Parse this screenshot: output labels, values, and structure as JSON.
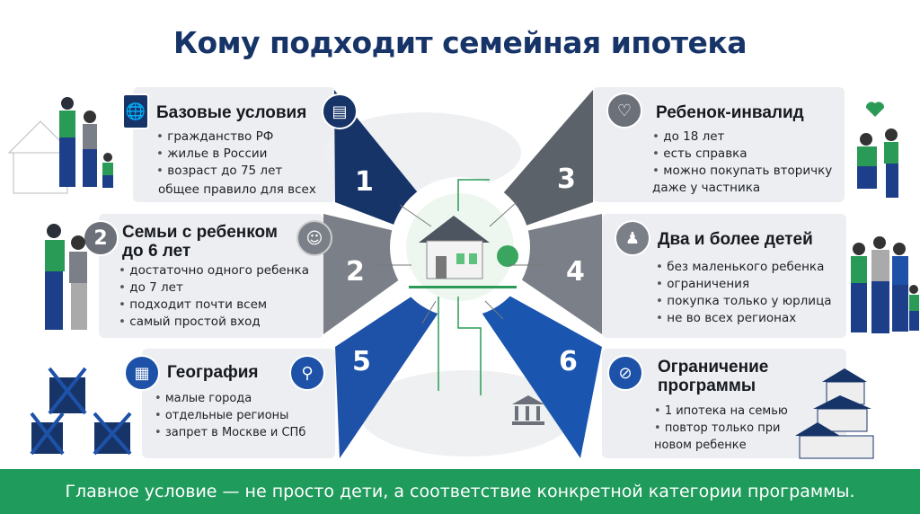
{
  "title": "Кому подходит семейная ипотека",
  "colors": {
    "navy": "#173468",
    "blue": "#1d52a8",
    "gray": "#7b8088",
    "darkgray": "#5c6269",
    "green": "#1f9b5c",
    "card": "#eceef1"
  },
  "cards": [
    {
      "number": "1",
      "title": "Базовые условия",
      "items": [
        "гражданство РФ",
        "жилье в России",
        "возраст до 75 лет"
      ],
      "note": "общее правило для всех",
      "icon": "document-icon"
    },
    {
      "number": "2",
      "title": "Семьи с ребенком до 6 лет",
      "items": [
        "достаточно одного ребенка",
        "до 7 лет",
        "подходит почти всем",
        "самый простой вход"
      ],
      "icon": "baby-icon"
    },
    {
      "number": "3",
      "title": "Ребенок-инвалид",
      "items": [
        "до 18 лет",
        "есть справка",
        "можно покупать вторичку даже у частника"
      ],
      "icon": "heart-hands-icon"
    },
    {
      "number": "4",
      "title": "Два и более детей",
      "items": [
        "без маленького ребенка",
        "ограничения",
        "покупка только у юрлица",
        "не во всех регионах"
      ],
      "icon": "family-icon"
    },
    {
      "number": "5",
      "title": "География",
      "items": [
        "малые города",
        "отдельные регионы",
        "запрет в Москве и СПб"
      ],
      "icon": "map-pin-icon"
    },
    {
      "number": "6",
      "title": "Ограничение программы",
      "items": [
        "1 ипотека на семью",
        "повтор только при новом ребенке"
      ],
      "icon": "prohibited-icon"
    }
  ],
  "footer": "Главное условие — не просто дети, а соответствие конкретной категории программы."
}
